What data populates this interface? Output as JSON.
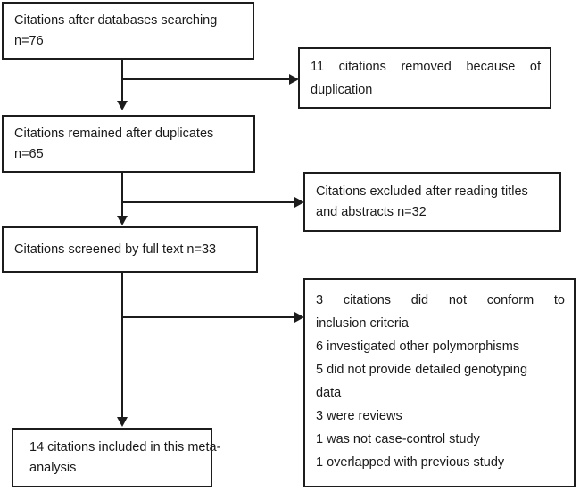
{
  "diagram": {
    "type": "prisma-study-selection-flowchart",
    "boxes": {
      "search": {
        "lines": [
          "Citations after databases searching",
          "n=76"
        ]
      },
      "duplicates_removed": {
        "lines": [
          "11 citations removed because of",
          "duplication"
        ]
      },
      "remained_after_duplicates": {
        "lines": [
          "Citations remained after duplicates",
          "n=65"
        ]
      },
      "excluded_titles_abstracts": {
        "lines": [
          "Citations excluded after reading titles",
          "and abstracts n=32"
        ]
      },
      "screened_full_text": {
        "lines": [
          "Citations screened by full text n=33"
        ]
      },
      "exclusion_reasons": {
        "lines": [
          "3 citations did not conform to",
          "inclusion criteria",
          "6 investigated other polymorphisms",
          "5 did not provide detailed genotyping",
          "data",
          "3 were reviews",
          "1 was not case-control study",
          "1 overlapped with previous study"
        ]
      },
      "included_meta_analysis": {
        "lines": [
          "14 citations included in this meta-",
          "analysis"
        ]
      }
    },
    "counts": {
      "identified": 76,
      "duplicates_removed": 11,
      "after_duplicates": 65,
      "excluded_title_abstract": 32,
      "full_text_screened": 33,
      "excluded_not_conform": 3,
      "excluded_other_polymorphisms": 6,
      "excluded_no_genotyping_data": 5,
      "excluded_reviews": 3,
      "excluded_not_case_control": 1,
      "excluded_overlapped": 1,
      "included": 14
    },
    "colors": {
      "stroke": "#1c1c1c",
      "background": "#ffffff",
      "text": "#1a1a1a"
    }
  }
}
